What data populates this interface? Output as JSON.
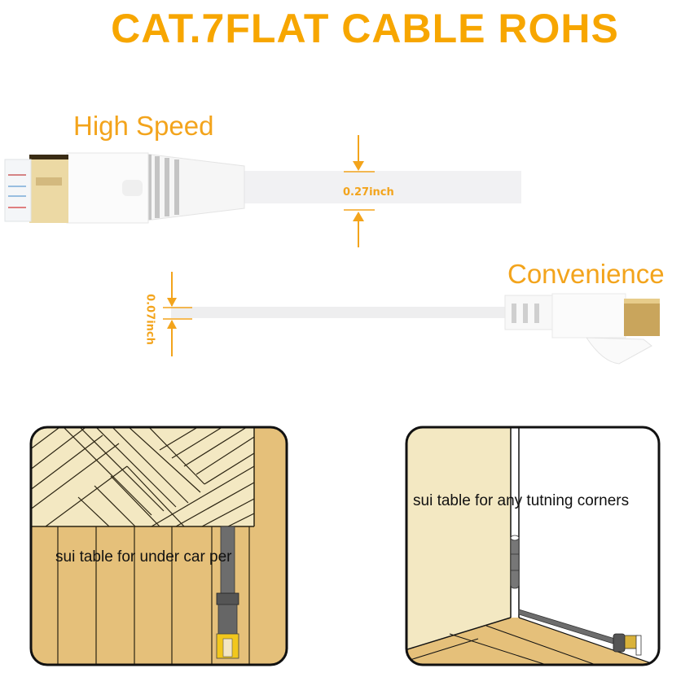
{
  "header": {
    "title": "CAT.7FLAT CABLE ROHS"
  },
  "features": {
    "high_speed": {
      "label": "High Speed",
      "dimension_label": "0.27inch"
    },
    "convenience": {
      "label": "Convenience",
      "dimension_label": "0.07inch"
    }
  },
  "cards": [
    {
      "caption": "sui table for under car per"
    },
    {
      "caption": "sui table for any tutning corners"
    }
  ],
  "colors": {
    "accent": "#f7a600",
    "label_orange": "#f3a41c",
    "wood_light": "#f3e8c2",
    "wood_dark": "#e5c07a",
    "card_border": "#111111",
    "cable_gray": "#6d6d6d",
    "gold": "#d9b46e"
  }
}
